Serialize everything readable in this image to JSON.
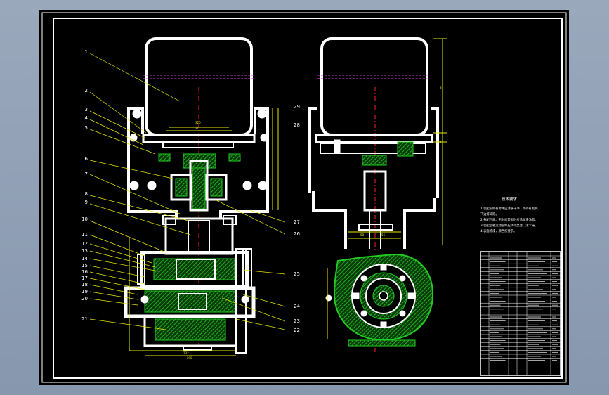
{
  "callouts": [
    {
      "n": "1"
    },
    {
      "n": "2"
    },
    {
      "n": "3"
    },
    {
      "n": "4"
    },
    {
      "n": "5"
    },
    {
      "n": "6"
    },
    {
      "n": "7"
    },
    {
      "n": "8"
    },
    {
      "n": "9"
    },
    {
      "n": "10"
    },
    {
      "n": "11"
    },
    {
      "n": "12"
    },
    {
      "n": "13"
    },
    {
      "n": "14"
    },
    {
      "n": "15"
    },
    {
      "n": "16"
    },
    {
      "n": "17"
    },
    {
      "n": "18"
    },
    {
      "n": "19"
    },
    {
      "n": "20"
    },
    {
      "n": "21"
    },
    {
      "n": "22"
    },
    {
      "n": "23"
    },
    {
      "n": "24"
    },
    {
      "n": "25"
    },
    {
      "n": "26"
    },
    {
      "n": "27"
    },
    {
      "n": "28"
    },
    {
      "n": "29"
    }
  ],
  "tech_requirements": {
    "title": "技术要求",
    "lines": [
      "1.装配前所有零件应清洗干净，不得有毛刺、",
      "  飞边等缺陷。",
      "2.各配合面、密封面装配时应涂润滑油脂。",
      "3.装配后各运动部件应转动灵活，无卡滞。",
      "4.表面涂漆，颜色按要求。"
    ]
  },
  "colors": {
    "outline": "#ffffff",
    "section_hatch": "#22cc22",
    "center_line": "#ff2020",
    "dimension": "#e6e600",
    "motor_axis": "#cc33cc",
    "background": "#000000"
  }
}
